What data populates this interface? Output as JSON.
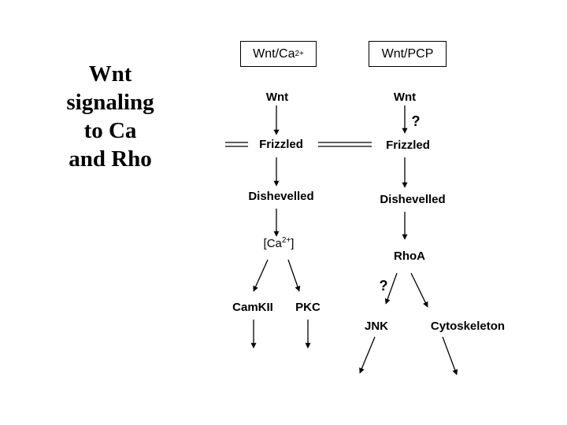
{
  "title_lines": [
    "Wnt",
    "signaling",
    "to Ca",
    "and Rho"
  ],
  "pathways": {
    "ca": {
      "box_base": "Wnt/Ca",
      "box_sup": "2+",
      "wnt": "Wnt",
      "receptor": "Frizzled",
      "dishevelled": "Dishevelled",
      "ca_base": "[Ca",
      "ca_sup": "2+",
      "ca_close": "]",
      "camkii": "CamKII",
      "pkc": "PKC"
    },
    "pcp": {
      "box": "Wnt/PCP",
      "wnt": "Wnt",
      "question_1": "?",
      "receptor": "Frizzled",
      "dishevelled": "Dishevelled",
      "rhoa": "RhoA",
      "question_2": "?",
      "jnk": "JNK",
      "cytoskeleton": "Cytoskeleton"
    }
  }
}
